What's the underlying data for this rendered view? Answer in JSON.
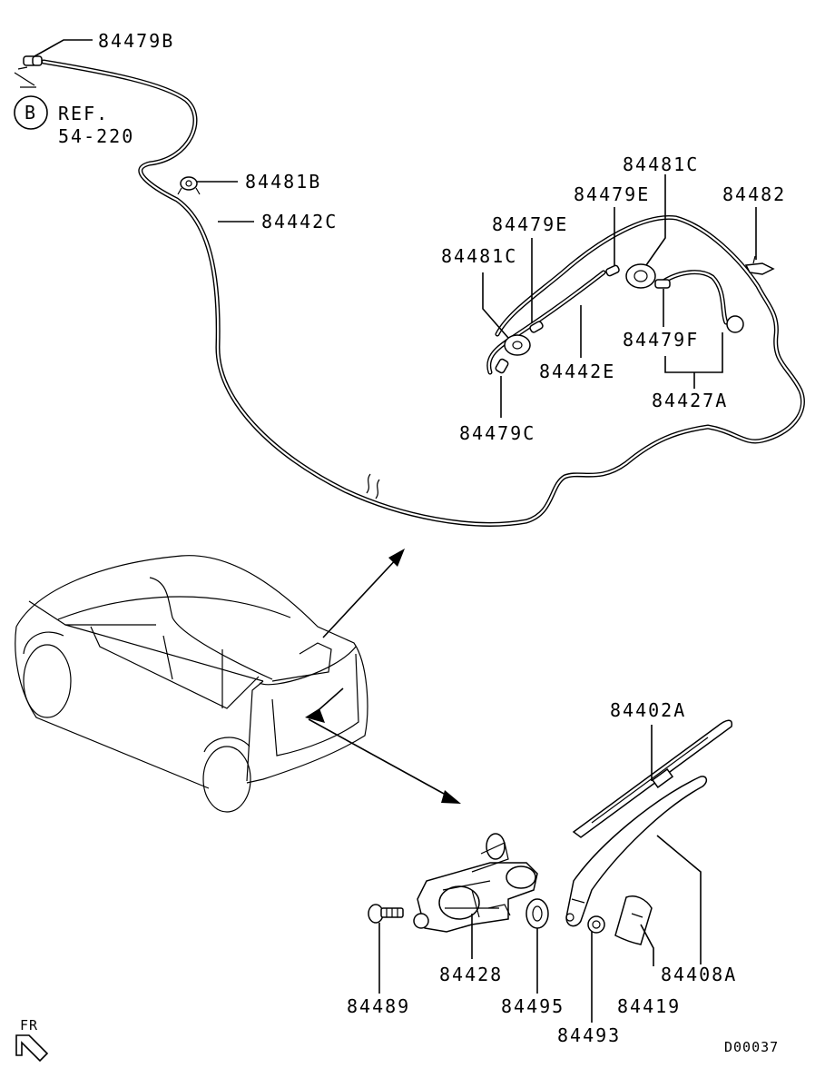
{
  "diagram": {
    "parts": {
      "p84479B": "84479B",
      "p84481B": "84481B",
      "p84442C": "84442C",
      "p84481C_top": "84481C",
      "p84479E_top": "84479E",
      "p84482": "84482",
      "p84479E_left": "84479E",
      "p84481C_left": "84481C",
      "p84442E": "84442E",
      "p84479F": "84479F",
      "p84427A": "84427A",
      "p84479C": "84479C",
      "p84402A": "84402A",
      "p84408A": "84408A",
      "p84428": "84428",
      "p84489": "84489",
      "p84495": "84495",
      "p84493": "84493",
      "p84419": "84419"
    },
    "ref": {
      "circle": "B",
      "line1": "REF.",
      "line2": "54-220"
    },
    "direction": "FR",
    "code": "D00037"
  }
}
